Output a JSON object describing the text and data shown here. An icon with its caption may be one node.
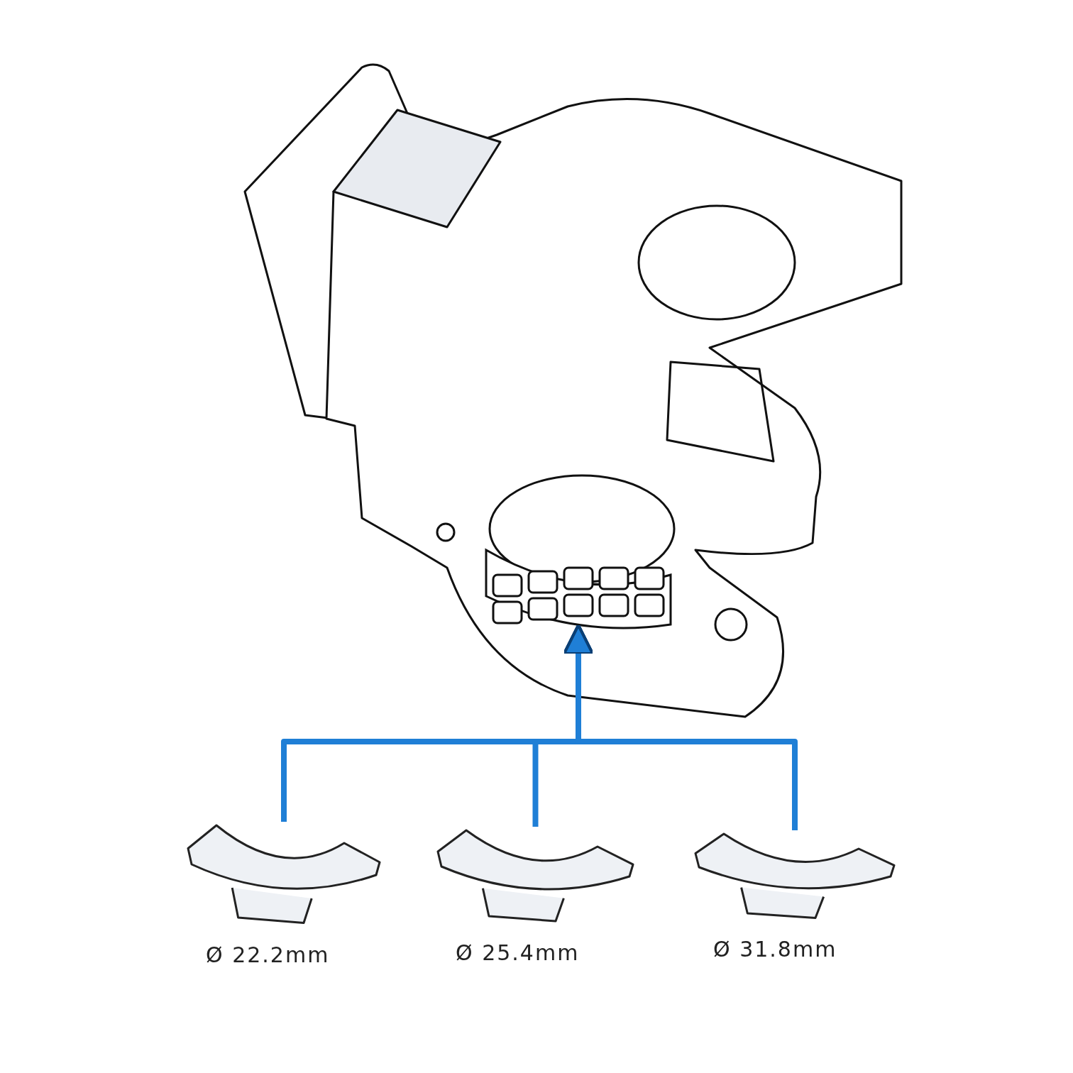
{
  "diagram": {
    "nodes": [
      {
        "text": [],
        "shape": "picture"
      },
      {
        "text": [],
        "shape": "picture",
        "beside": [
          "Ø 22.2mm"
        ]
      },
      {
        "text": [],
        "shape": "picture",
        "beside": [
          "Ø 25.4mm"
        ]
      },
      {
        "text": [],
        "shape": "picture",
        "beside": [
          "Ø 31.8mm"
        ]
      }
    ],
    "edges": [
      {
        "from": 1,
        "to": 0,
        "arrow": "to"
      },
      {
        "from": 2,
        "to": 0,
        "arrow": "to"
      },
      {
        "from": 3,
        "to": 0,
        "arrow": "to"
      }
    ]
  }
}
